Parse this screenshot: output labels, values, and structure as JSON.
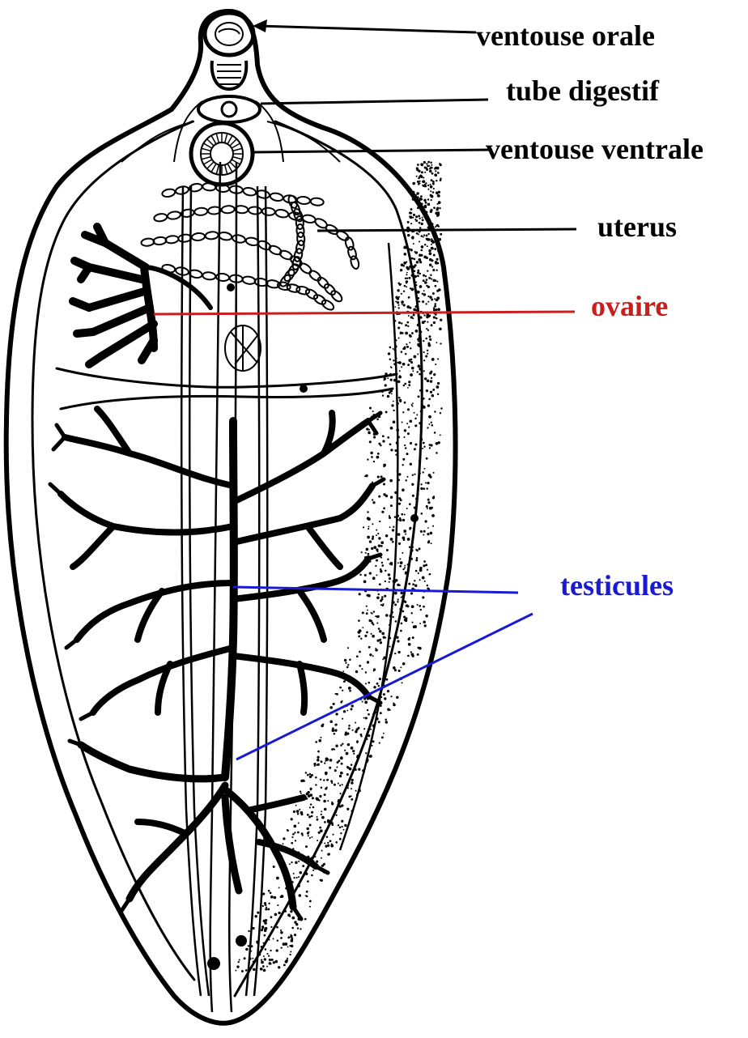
{
  "labels": {
    "oral_sucker": "ventouse orale",
    "digestive_tube": "tube digestif",
    "ventral_sucker": "ventouse ventrale",
    "uterus": "uterus",
    "ovary": "ovaire",
    "testes": "testicules"
  },
  "colors": {
    "outline": "#000000",
    "ovary_label": "#c81e1e",
    "ovary_line": "#c81e1e",
    "testes_label": "#1a1ad2",
    "testes_line": "#1a1ad2",
    "background": "#ffffff"
  }
}
